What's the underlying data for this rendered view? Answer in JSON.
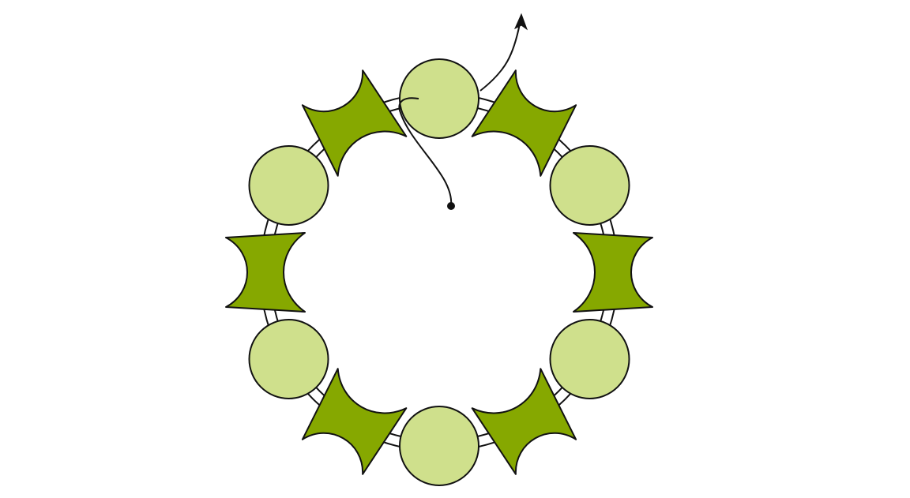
{
  "diagram": {
    "description_visible_text": "",
    "ring": {
      "bead_sequence": [
        "round-bead",
        "bow-tie-bead",
        "round-bead",
        "bow-tie-bead",
        "round-bead",
        "bow-tie-bead",
        "round-bead",
        "bow-tie-bead",
        "round-bead",
        "bow-tie-bead",
        "round-bead",
        "bow-tie-bead"
      ],
      "round_bead_count": 6,
      "bow_tie_bead_count": 6
    },
    "thread": {
      "has_start_dot": true,
      "has_end_arrow": true
    },
    "colors": {
      "round_bead_fill": "#cfe08c",
      "bow_tie_fill": "#86a800",
      "outline": "#111111",
      "cord_fill": "#ffffff",
      "background": "#ffffff"
    }
  }
}
